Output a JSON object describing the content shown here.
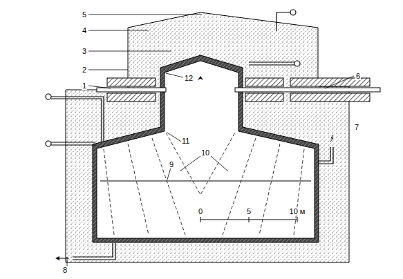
{
  "diagram": {
    "labels": [
      "5",
      "4",
      "3",
      "2",
      "1",
      "12",
      "6",
      "7",
      "11",
      "10",
      "9",
      "8",
      "0",
      "5",
      "10 м"
    ]
  }
}
